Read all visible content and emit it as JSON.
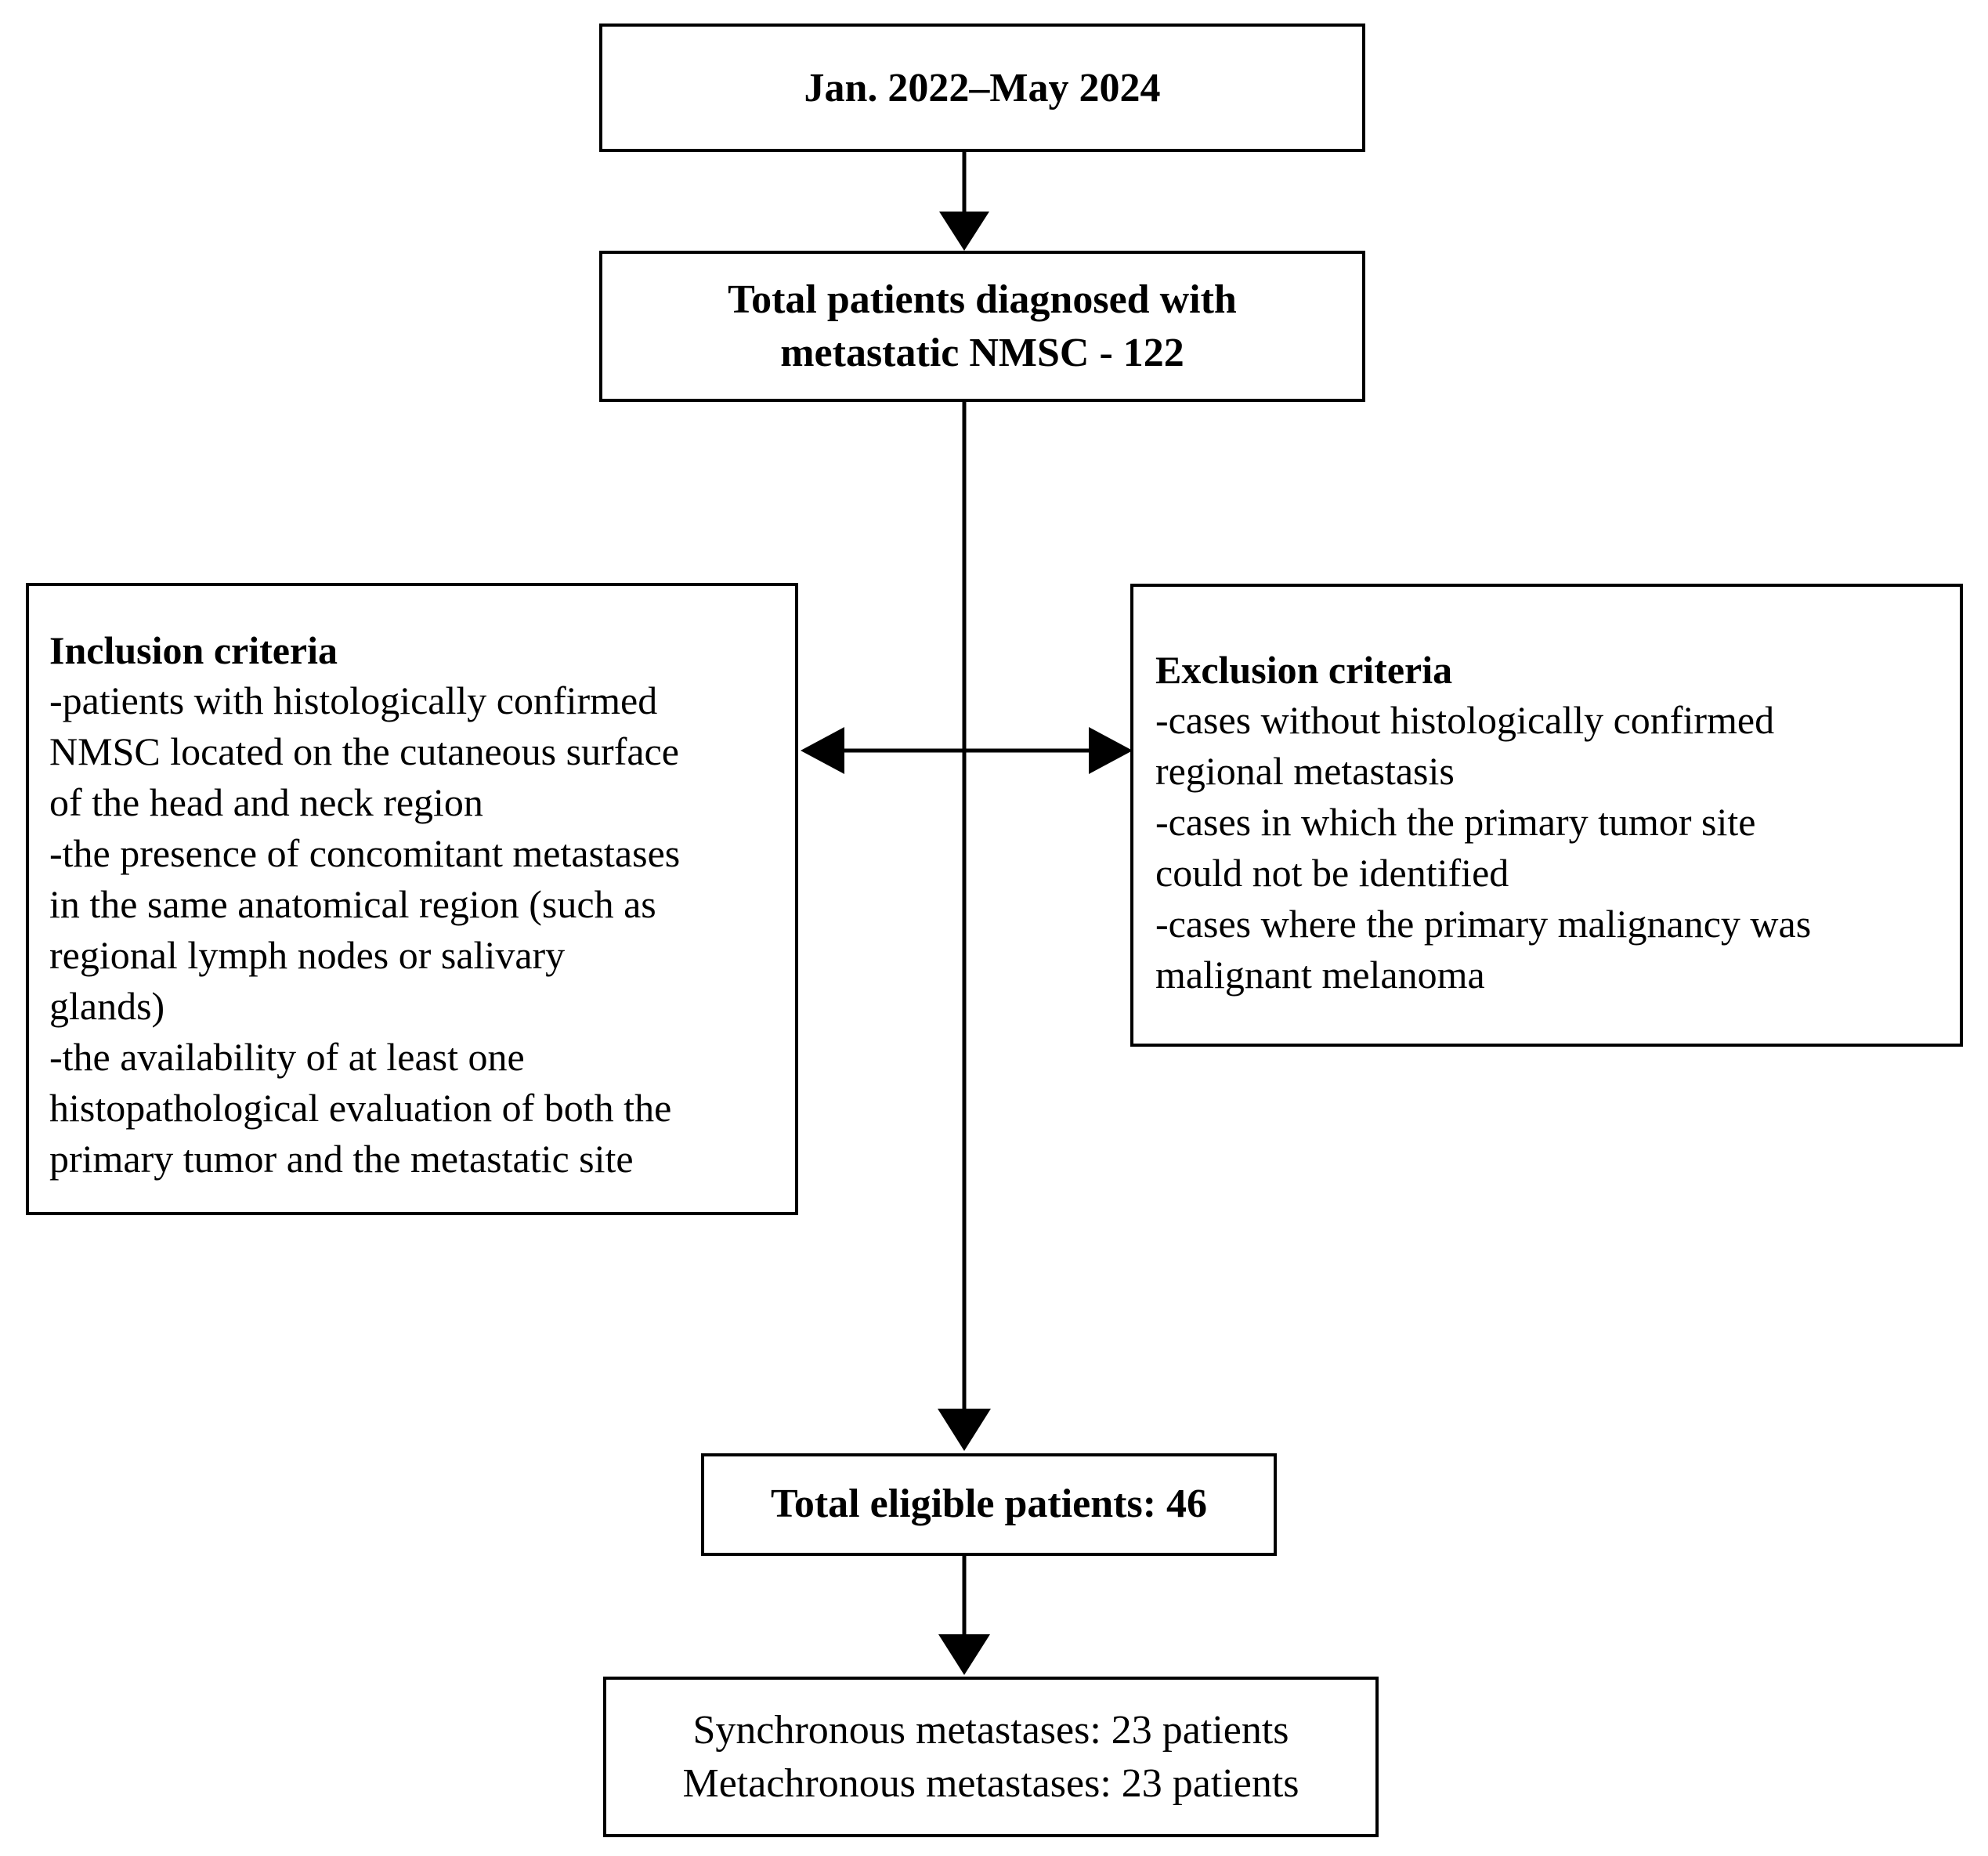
{
  "diagram": {
    "title": "Patient selection flowchart for metastatic NMSC study",
    "colors": {
      "background": "#ffffff",
      "box_border": "#000000",
      "text": "#000000",
      "connector": "#000000"
    },
    "nodes": {
      "period": {
        "label": "Jan. 2022–May 2024"
      },
      "total_diagnosed": {
        "label": "Total patients diagnosed with\nmetastatic NMSC - 122",
        "count": 122
      },
      "inclusion": {
        "title": "Inclusion criteria",
        "body": "-patients with histologically confirmed\nNMSC located on the cutaneous surface\nof the head and neck region\n-the presence of concomitant metastases\nin the same anatomical region (such as\nregional lymph nodes or salivary\nglands)\n-the availability of at least one\nhistopathological evaluation of both the\nprimary tumor and the metastatic site",
        "items": [
          "-patients with histologically confirmed NMSC located on the cutaneous surface of the head and neck region",
          "-the presence of concomitant metastases in the same anatomical region (such as regional lymph nodes or salivary glands)",
          "-the availability of at least one histopathological evaluation of both the primary tumor and the metastatic site"
        ]
      },
      "exclusion": {
        "title": "Exclusion criteria",
        "body": "-cases without histologically confirmed\nregional metastasis\n-cases in which the primary tumor site\ncould not be identified\n-cases where the primary malignancy was\nmalignant melanoma",
        "items": [
          "-cases without histologically confirmed regional metastasis",
          "-cases in which the primary tumor site could not be identified",
          "-cases where the primary malignancy was malignant melanoma"
        ]
      },
      "eligible": {
        "label": "Total eligible patients: 46",
        "count": 46
      },
      "split": {
        "label": "Synchronous metastases: 23 patients\nMetachronous metastases: 23 patients",
        "synchronous": 23,
        "metachronous": 23
      }
    },
    "connectors": {
      "period_to_total": {
        "type": "arrow-down"
      },
      "total_to_eligible": {
        "type": "line-down-arrow"
      },
      "eligible_to_split": {
        "type": "arrow-down"
      },
      "criteria_double": {
        "type": "double-headed-arrow-horizontal"
      }
    }
  }
}
